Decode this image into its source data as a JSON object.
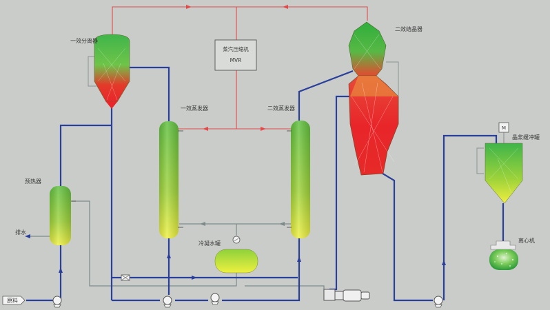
{
  "labels": {
    "separator1": "一效分离器",
    "compressor_line1": "蒸汽压缩机",
    "compressor_line2": "MVR",
    "crystallizer2": "二效结晶器",
    "evaporator1": "一效蒸发器",
    "evaporator2": "二效蒸发器",
    "preheater": "预热器",
    "drain": "排水",
    "condensate_tank": "冷凝水罐",
    "slurry_tank": "晶浆缓冲罐",
    "centrifuge": "离心机",
    "feed": "原料",
    "motor": "M"
  },
  "colors": {
    "background": "#c9ccc9",
    "process_pipe": "#2a3f9a",
    "steam_pipe": "#e34a4a",
    "aux_pipe": "#7d8a8a",
    "vessel_hot": "#e8262a",
    "vessel_warm": "#3fb54a",
    "vessel_cool": "#f2f04a"
  }
}
